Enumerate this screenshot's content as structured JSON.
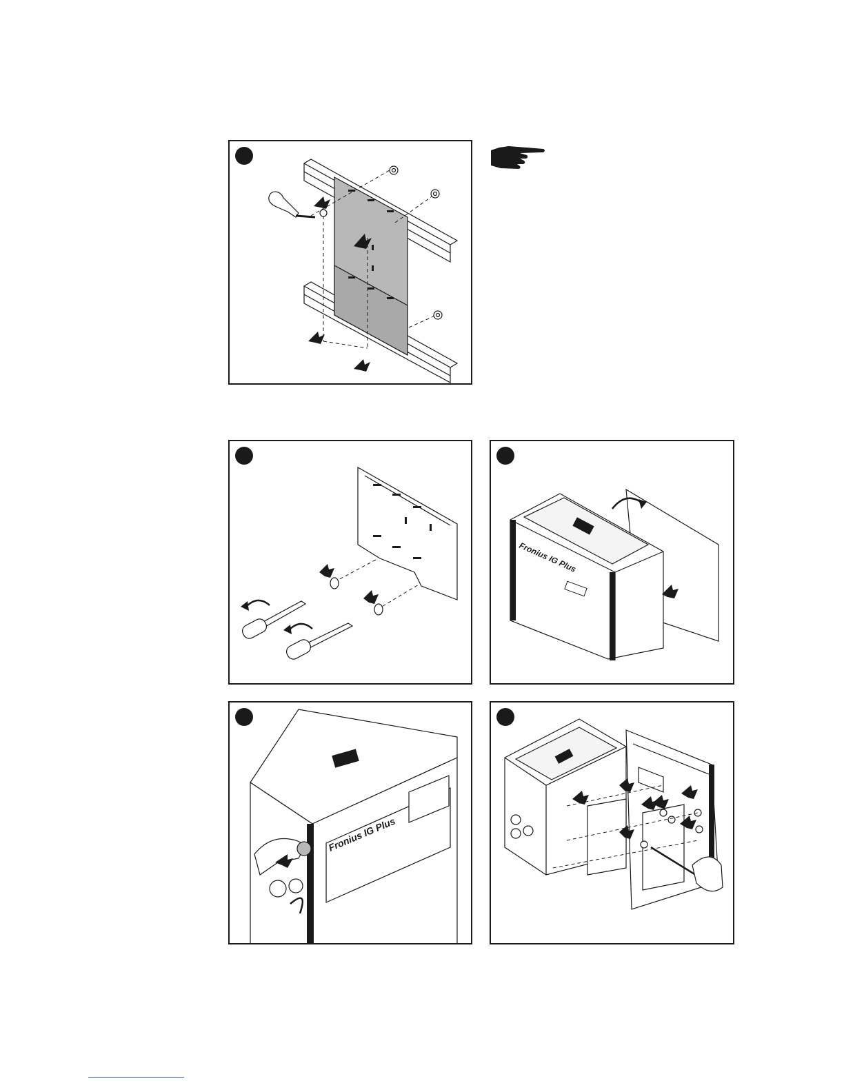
{
  "figures": [
    {
      "id": "step-1",
      "depicts": "mounting-bracket-on-rails"
    },
    {
      "id": "step-2",
      "depicts": "screw-mounting-bolts"
    },
    {
      "id": "step-3",
      "depicts": "hang-inverter-on-bracket"
    },
    {
      "id": "step-4",
      "depicts": "remove-cover-screw"
    },
    {
      "id": "step-5",
      "depicts": "open-front-cover-and-mount-parts"
    }
  ],
  "labels": {
    "brand_name_1": "Fronius IG Plus",
    "brand_name_2": "Fronius IG Plus"
  },
  "icons": {
    "note": "pointing-hand-icon",
    "step_marker": "step-dot-icon"
  },
  "colors": {
    "ink": "#1a1a1a",
    "plate_fill": "#b8b8b8",
    "footer_link": "#2d4fa0"
  }
}
